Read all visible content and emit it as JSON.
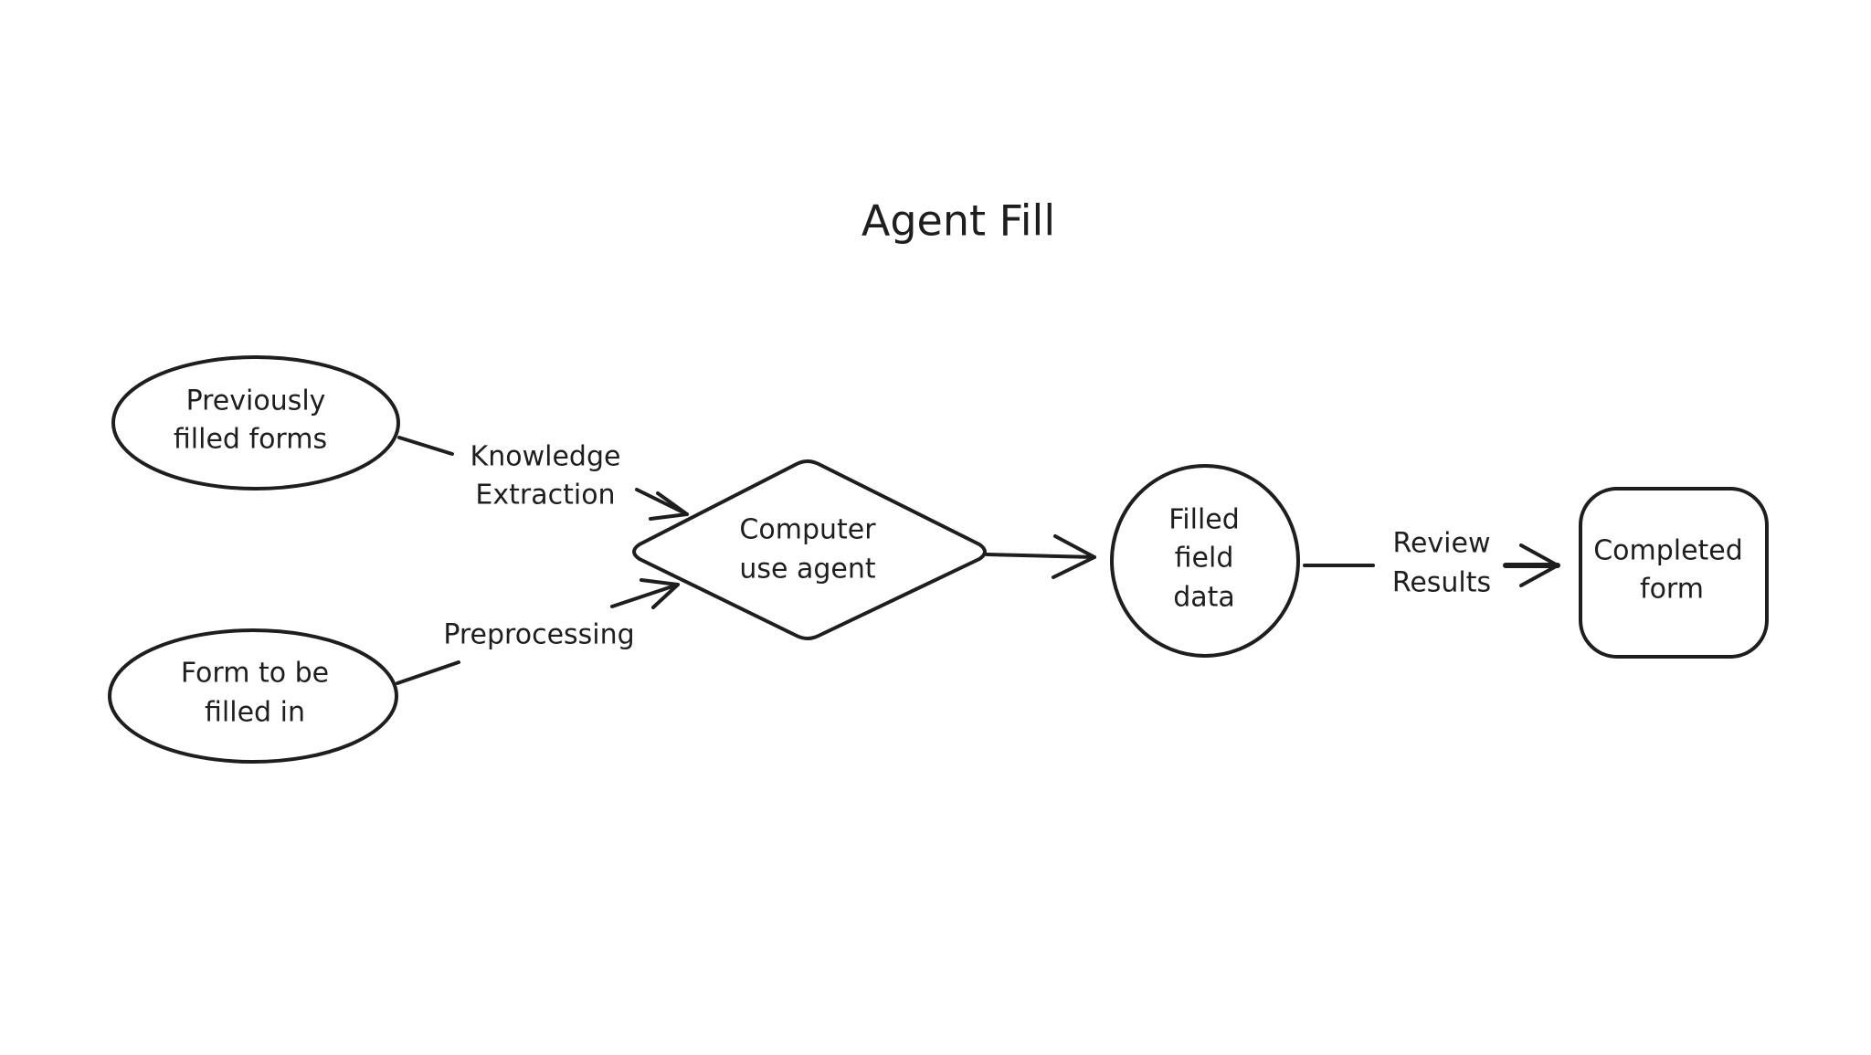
{
  "title": "Agent Fill",
  "colors": {
    "stroke": "#1e1e1e",
    "background": "#ffffff",
    "fill": "#ffffff"
  },
  "nodes": [
    {
      "id": "previously-filled-forms",
      "shape": "ellipse",
      "lines": [
        "Previously",
        "filled forms"
      ]
    },
    {
      "id": "form-to-be-filled",
      "shape": "ellipse",
      "lines": [
        "Form to be",
        "filled in"
      ]
    },
    {
      "id": "computer-use-agent",
      "shape": "diamond",
      "lines": [
        "Computer",
        "use agent"
      ]
    },
    {
      "id": "filled-field-data",
      "shape": "circle",
      "lines": [
        "Filled",
        "field",
        "data"
      ]
    },
    {
      "id": "completed-form",
      "shape": "rounded-rectangle",
      "lines": [
        "Completed",
        "form"
      ]
    }
  ],
  "edges": [
    {
      "from": "previously-filled-forms",
      "to": "computer-use-agent",
      "lines": [
        "Knowledge",
        "Extraction"
      ]
    },
    {
      "from": "form-to-be-filled",
      "to": "computer-use-agent",
      "lines": [
        "Preprocessing"
      ]
    },
    {
      "from": "computer-use-agent",
      "to": "filled-field-data",
      "lines": []
    },
    {
      "from": "filled-field-data",
      "to": "completed-form",
      "lines": [
        "Review",
        "Results"
      ]
    }
  ]
}
